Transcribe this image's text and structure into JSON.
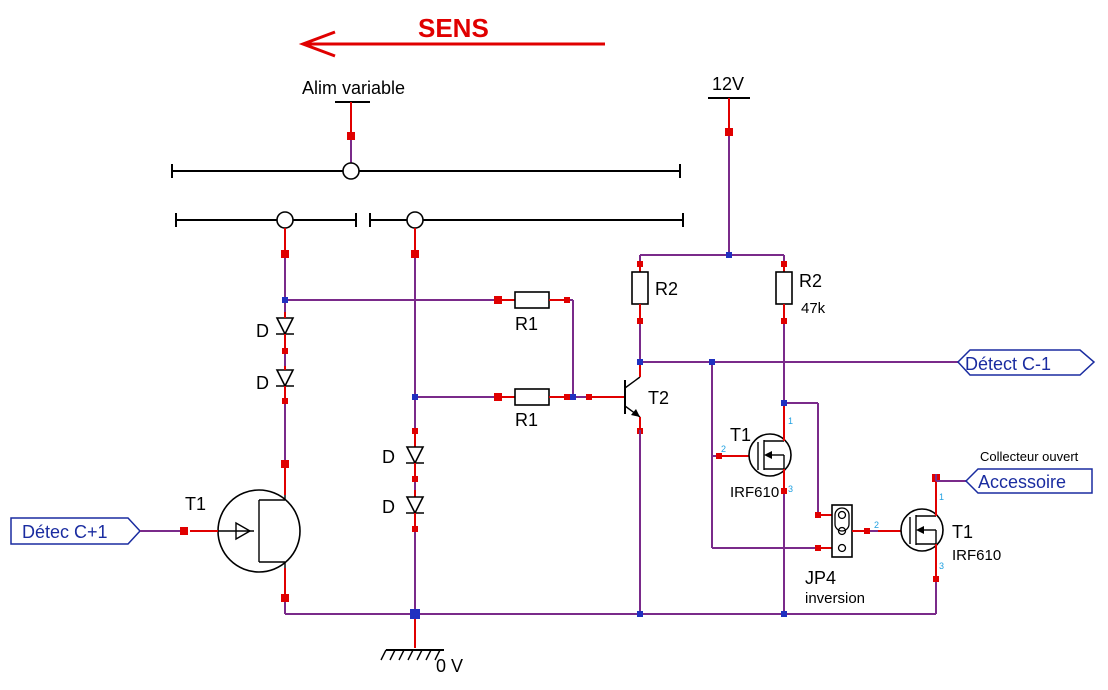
{
  "direction": {
    "label": "SENS",
    "color": "#e00000"
  },
  "supplies": {
    "variable": "Alim variable",
    "v12": "12V",
    "ground": "0 V"
  },
  "ports": {
    "detec_plus": "Détec C+1",
    "detect_minus": "Détect C-1",
    "accessoire": "Accessoire",
    "open_collector_note": "Collecteur ouvert"
  },
  "components": {
    "t1_main": "T1",
    "d1": "D",
    "d2": "D",
    "d3": "D",
    "d4": "D",
    "r1_top": "R1",
    "r1_bottom": "R1",
    "r2_left": "R2",
    "r2_right": "R2",
    "r2_right_value": "47k",
    "t2": "T2",
    "t1_mid": "T1",
    "t1_mid_model": "IRF610",
    "t1_right": "T1",
    "t1_right_model": "IRF610",
    "jp4": "JP4",
    "jp4_note": "inversion"
  },
  "pin_numbers": {
    "p1": "1",
    "p2": "2",
    "p3": "3"
  },
  "colors": {
    "wire": "#7a2a8a",
    "pin": "#e00000",
    "node": "#2030c0",
    "port": "#1a2ca0"
  }
}
